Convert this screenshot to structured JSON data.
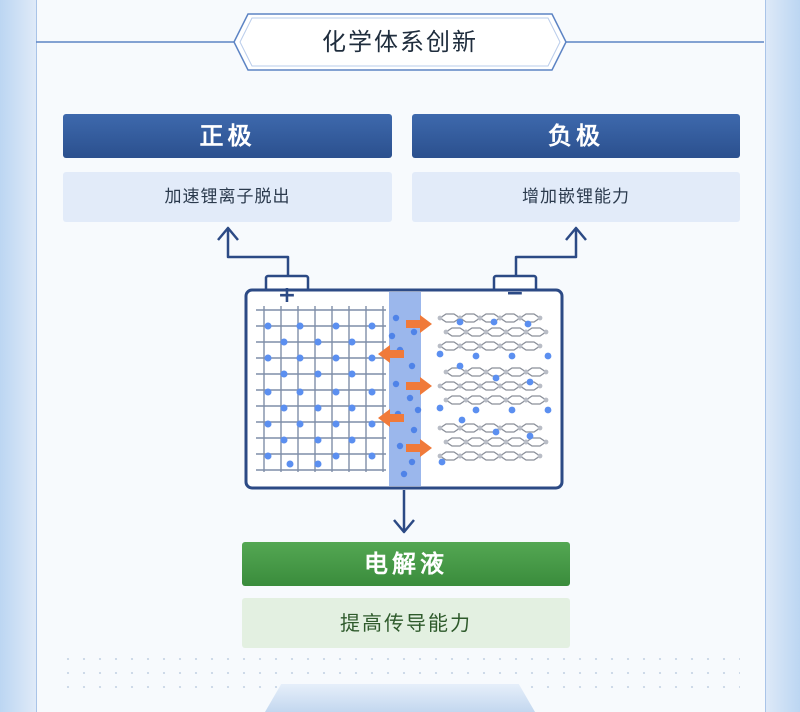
{
  "title": "化学体系创新",
  "cathode": {
    "header": "正极",
    "feature": "加速锂离子脱出",
    "terminal": "+"
  },
  "anode": {
    "header": "负极",
    "feature": "增加嵌锂能力",
    "terminal": "−"
  },
  "electrolyte": {
    "header": "电解液",
    "feature": "提高传导能力"
  },
  "colors": {
    "header_blue": "#2f5597",
    "sub_blue": "#e2ebf9",
    "green": "#45994a",
    "sub_green": "#e3f0e1",
    "ion_dot": "#5b8ff0",
    "arrow_orange": "#f07a3a",
    "separator_blue": "#9bb7ec",
    "outline_navy": "#2c4a85"
  }
}
